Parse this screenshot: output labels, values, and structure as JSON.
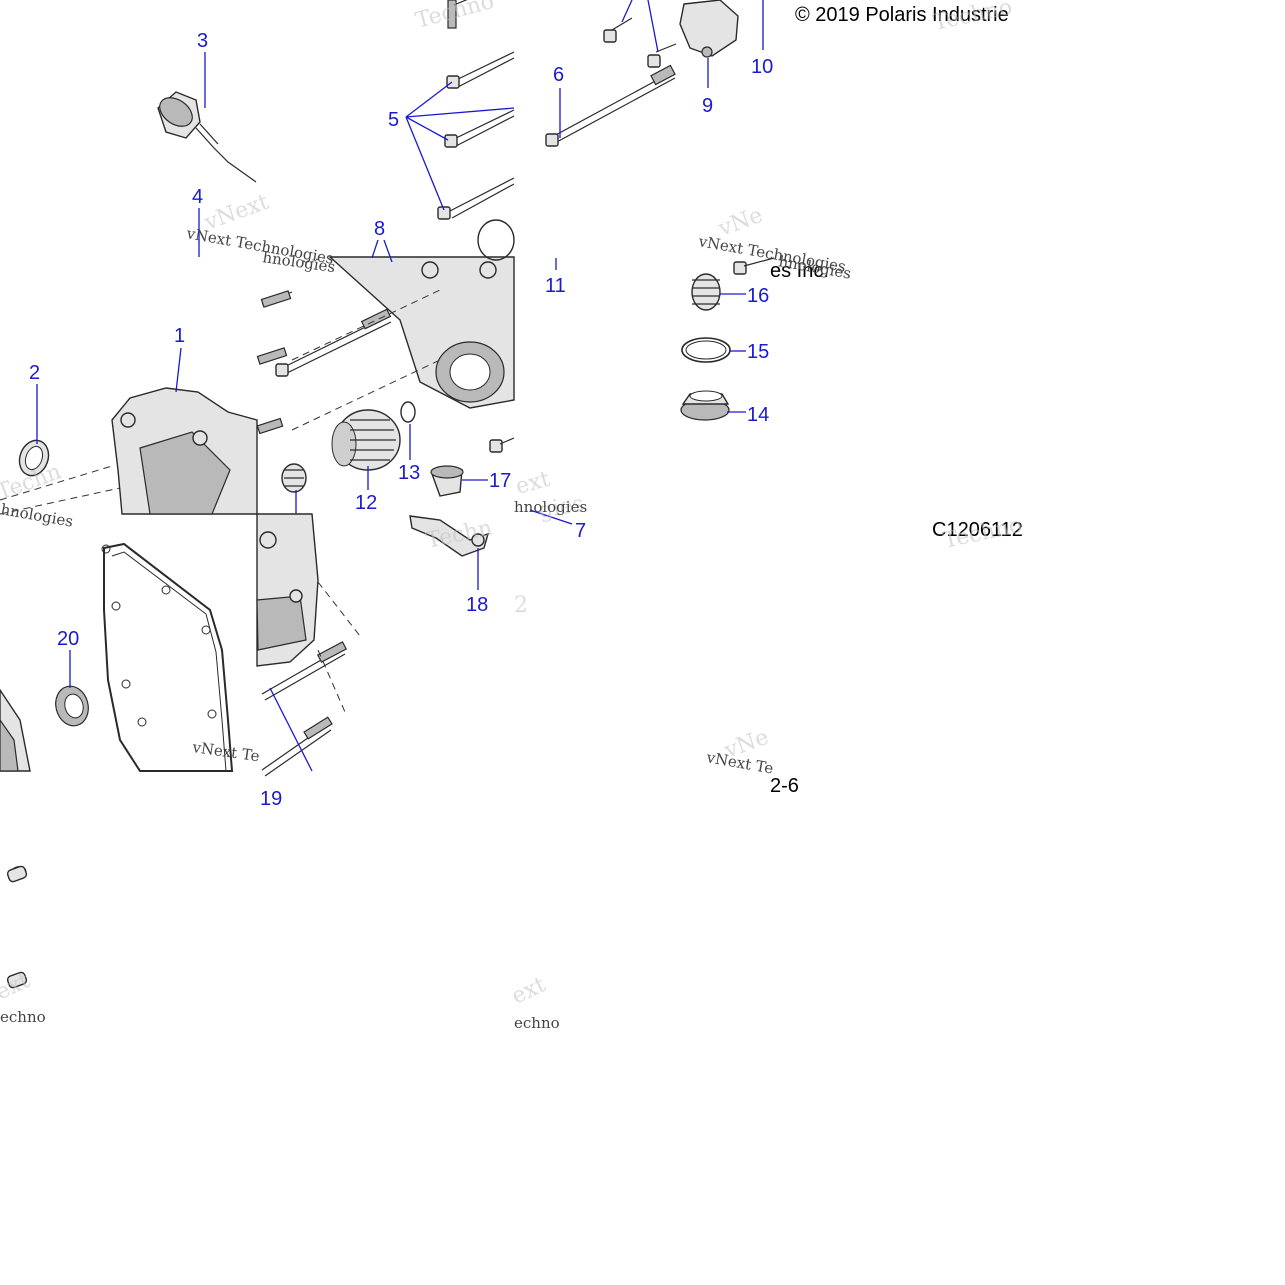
{
  "copyright": "© 2019 Polaris Industrie",
  "copyright_fragment": "es Inc.",
  "diagram_code": "C1206112",
  "page_fragment": "2-6",
  "watermark_lines": [
    "vNext",
    "Technologies"
  ],
  "watermark_inline": "vNext Technologies",
  "callout_color": "#1a1ad0",
  "callouts": {
    "c1": "1",
    "c2": "2",
    "c3": "3",
    "c4": "4",
    "c5": "5",
    "c6": "6",
    "c7": "7",
    "c8": "8",
    "c9": "9",
    "c10": "10",
    "c11": "11",
    "c12": "12",
    "c13": "13",
    "c14": "14",
    "c15": "15",
    "c16": "16",
    "c17": "17",
    "c18": "18",
    "c19": "19",
    "c20": "20"
  }
}
